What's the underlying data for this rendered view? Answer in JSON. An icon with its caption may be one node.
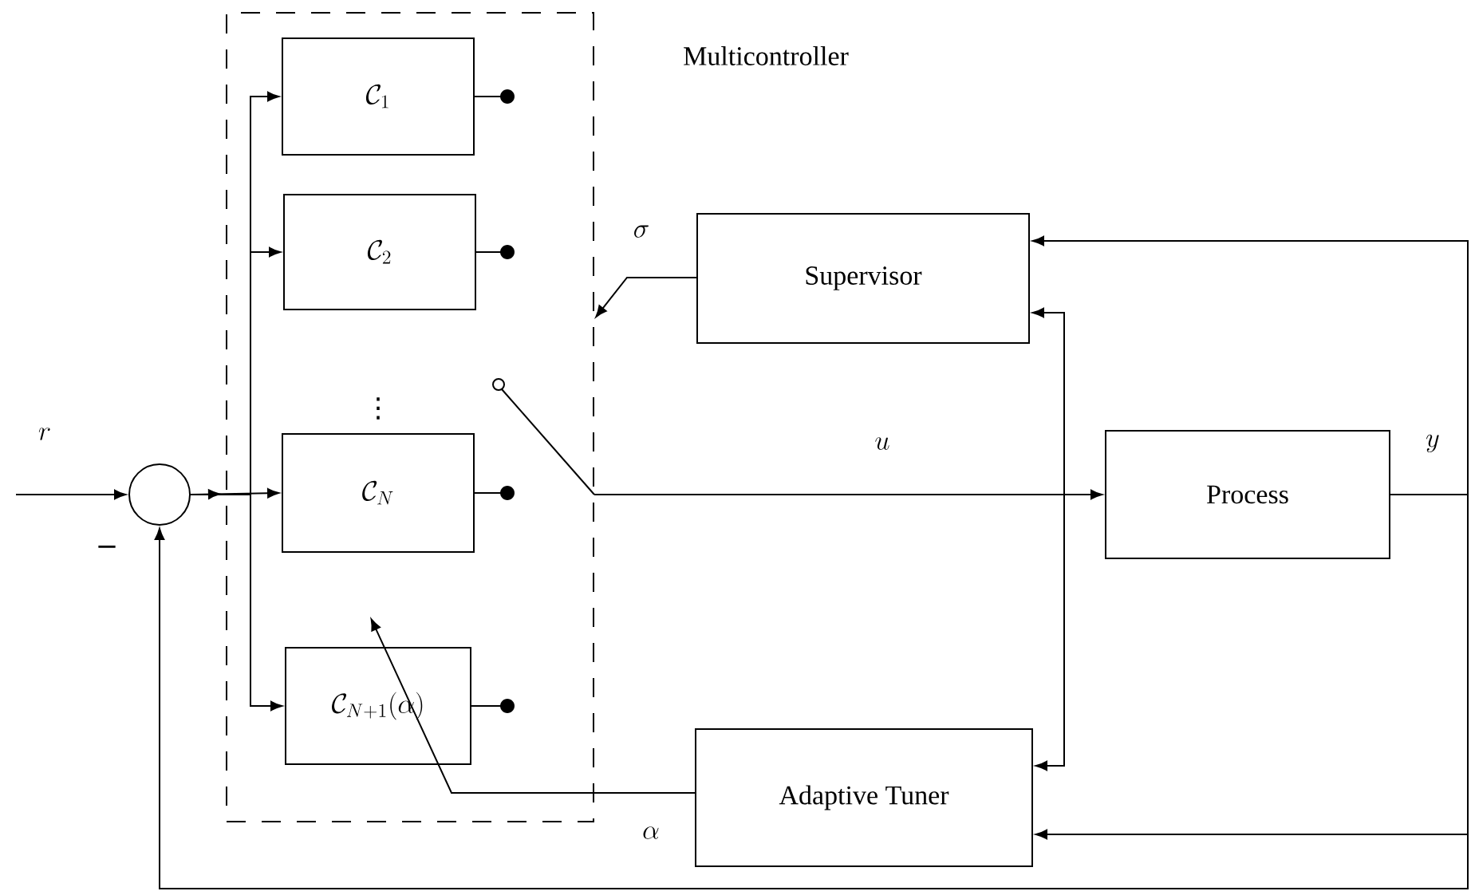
{
  "diagram": {
    "nodes": [
      {
        "text": [
          "Multicontroller"
        ]
      },
      {
        "text": [
          "\\mathcal{C}_1"
        ],
        "in": 0
      },
      {
        "text": [
          "\\mathcal{C}_2"
        ],
        "in": 0
      },
      {
        "text": [
          "\\mathcal{C}_N"
        ],
        "in": 0
      },
      {
        "text": [
          "\\mathcal{C}_{N+1}(\\alpha)"
        ],
        "in": 0
      },
      {
        "text": [],
        "shape": "circle"
      },
      {
        "text": [
          "Supervisor"
        ]
      },
      {
        "text": [
          "Process"
        ]
      },
      {
        "text": [
          "Adaptive Tuner"
        ]
      }
    ],
    "edges": [
      {
        "from": null,
        "to": 5,
        "arrow": "to",
        "label": "r"
      },
      {
        "from": 5,
        "to": 1,
        "arrow": "to"
      },
      {
        "from": 5,
        "to": 2,
        "arrow": "to"
      },
      {
        "from": 5,
        "to": 3,
        "arrow": "to"
      },
      {
        "from": 5,
        "to": 4,
        "arrow": "to"
      },
      {
        "from": 0,
        "to": 7,
        "arrow": "to",
        "label": "u"
      },
      {
        "from": 7,
        "to": 6,
        "arrow": "to",
        "label": "y"
      },
      {
        "from": 7,
        "to": 8,
        "arrow": "to"
      },
      {
        "from": 7,
        "to": 5,
        "arrow": "to"
      },
      {
        "from": 6,
        "to": 0,
        "arrow": "to",
        "label": "\\sigma"
      },
      {
        "from": 8,
        "to": 4,
        "arrow": "to",
        "label": "\\alpha"
      },
      {
        "from": 6,
        "to": 8,
        "arrow": "both"
      }
    ],
    "labels": [
      "⋮",
      "−"
    ]
  }
}
